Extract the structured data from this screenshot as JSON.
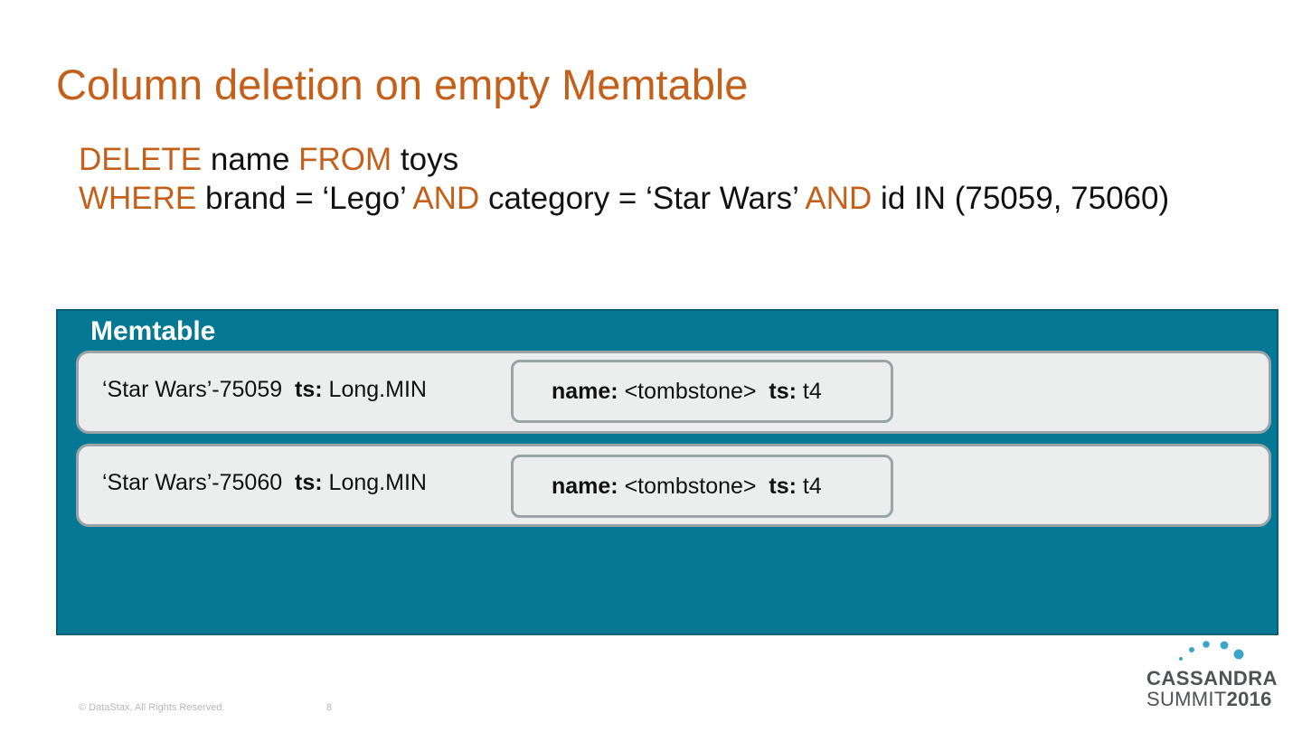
{
  "slide": {
    "title": "Column deletion on empty Memtable"
  },
  "query": {
    "line1": {
      "kw1": "DELETE",
      "t1": " name ",
      "kw2": "FROM",
      "t2": " toys"
    },
    "line2": {
      "kw1": "WHERE",
      "t1": " brand = ‘Lego’ ",
      "kw2": "AND",
      "t2": " category = ‘Star Wars’ ",
      "kw3": "AND",
      "t3": " id IN (75059, 75060)"
    }
  },
  "memtable": {
    "title": "Memtable",
    "rows": [
      {
        "key": "‘Star Wars’-75059  ",
        "ts_label": "ts:",
        "ts_value": " Long.MIN",
        "cell_name_label": "name:",
        "cell_value": " <tombstone>  ",
        "cell_ts_label": "ts:",
        "cell_ts_value": " t4"
      },
      {
        "key": "‘Star Wars’-75060  ",
        "ts_label": "ts:",
        "ts_value": " Long.MIN",
        "cell_name_label": "name:",
        "cell_value": " <tombstone>  ",
        "cell_ts_label": "ts:",
        "cell_ts_value": " t4"
      }
    ]
  },
  "footer": {
    "copyright": "© DataStax, All Rights Reserved.",
    "page_number": "8"
  },
  "logo": {
    "line1": "CASSANDRA",
    "line2_a": "SUMMIT",
    "line2_b": "2016"
  },
  "colors": {
    "accent": "#c5601a",
    "memtable_bg": "#047895",
    "row_bg": "#eceeee",
    "border": "#9aa3a5",
    "logo_dots": "#3aa7c9"
  }
}
